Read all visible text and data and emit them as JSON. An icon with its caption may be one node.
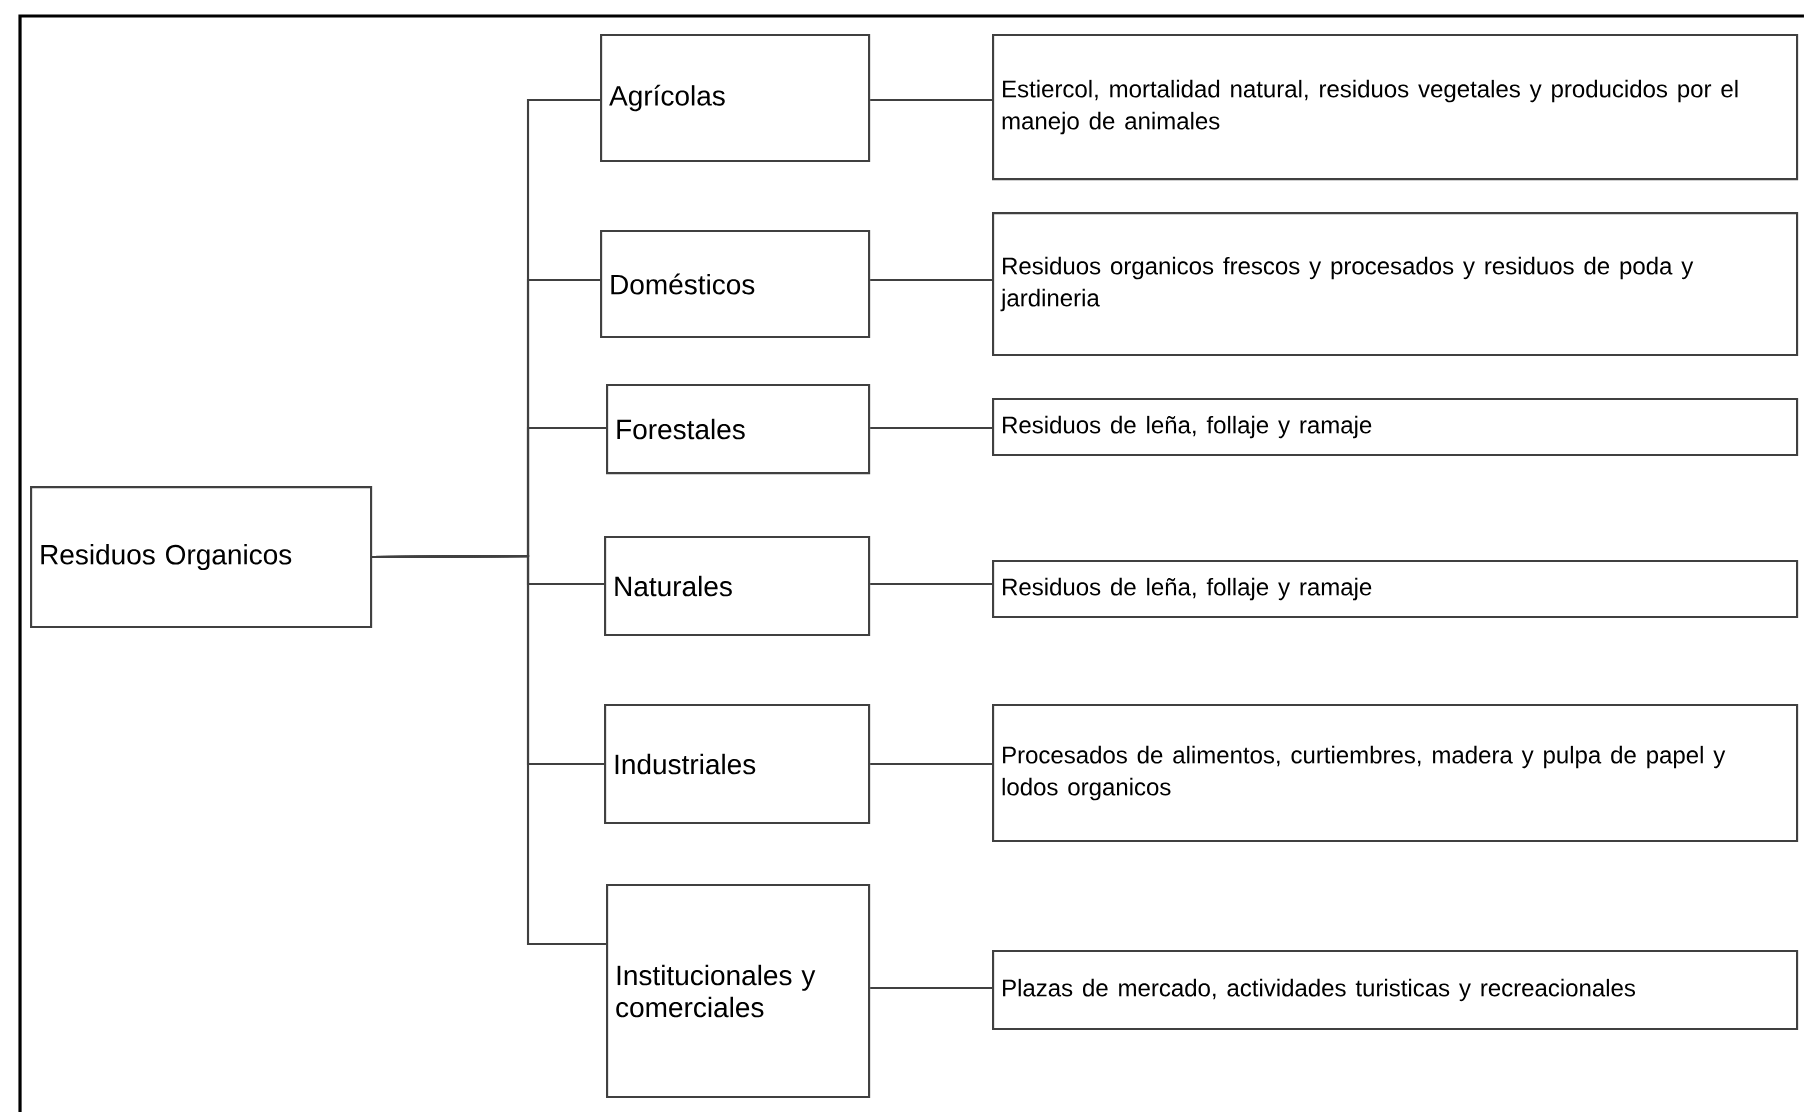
{
  "diagram": {
    "nodes": [
      {
        "text": [
          "Residuos Organicos"
        ]
      },
      {
        "text": [
          "Agrícolas"
        ]
      },
      {
        "text": [
          "Domésticos"
        ]
      },
      {
        "text": [
          "Forestales"
        ]
      },
      {
        "text": [
          "Naturales"
        ]
      },
      {
        "text": [
          "Industriales"
        ]
      },
      {
        "text": [
          "Institucionales y comerciales"
        ]
      },
      {
        "text": [
          "Estiercol, mortalidad natural, residuos vegetales y producidos por el manejo de animales"
        ]
      },
      {
        "text": [
          "Residuos organicos frescos y procesados y residuos de poda y jardineria"
        ]
      },
      {
        "text": [
          "Residuos de leña, follaje y ramaje"
        ]
      },
      {
        "text": [
          "Residuos de leña, follaje y ramaje"
        ]
      },
      {
        "text": [
          "Procesados de alimentos, curtiembres, madera y pulpa de papel y lodos organicos"
        ]
      },
      {
        "text": [
          "Plazas de mercado, actividades turisticas y recreacionales"
        ]
      }
    ],
    "edges": [
      {
        "from": 0,
        "to": 1,
        "arrow": "none"
      },
      {
        "from": 0,
        "to": 2,
        "arrow": "none"
      },
      {
        "from": 0,
        "to": 3,
        "arrow": "none"
      },
      {
        "from": 0,
        "to": 4,
        "arrow": "none"
      },
      {
        "from": 0,
        "to": 5,
        "arrow": "none"
      },
      {
        "from": 0,
        "to": 6,
        "arrow": "none"
      },
      {
        "from": 1,
        "to": 7,
        "arrow": "none"
      },
      {
        "from": 2,
        "to": 8,
        "arrow": "none"
      },
      {
        "from": 3,
        "to": 9,
        "arrow": "none"
      },
      {
        "from": 4,
        "to": 10,
        "arrow": "none"
      },
      {
        "from": 5,
        "to": 11,
        "arrow": "none"
      },
      {
        "from": 6,
        "to": 12,
        "arrow": "none"
      }
    ]
  }
}
